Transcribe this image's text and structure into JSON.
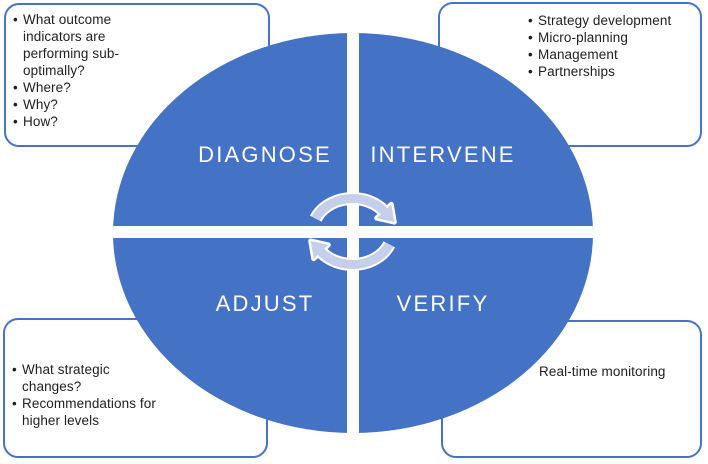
{
  "figure": {
    "type": "four-quadrant cycle diagram",
    "quadrants": {
      "diagnose": "DIAGNOSE",
      "intervene": "INTERVENE",
      "adjust": "ADJUST",
      "verify": "VERIFY"
    },
    "notes": {
      "top_left": {
        "items": [
          "What outcome\nindicators are\nperforming sub-\noptimally?",
          "Where?",
          "Why?",
          "How?"
        ]
      },
      "top_right": {
        "items": [
          "Strategy development",
          "Micro-planning",
          "Management",
          "Partnerships"
        ]
      },
      "bottom_left": {
        "items": [
          "What strategic\nchanges?",
          "Recommendations for\nhigher levels"
        ]
      },
      "bottom_right": {
        "text": "Real-time monitoring"
      }
    },
    "center_icon": "cycle-arrows-icon",
    "colors": {
      "quadrant_fill": "#4472C4",
      "note_border": "#4673C8",
      "cycle_arrow_fill": "#C5CFE9",
      "quadrant_label_text": "#FFFFFF",
      "note_text": "#1F1F1F",
      "background": "#FFFFFF"
    }
  }
}
